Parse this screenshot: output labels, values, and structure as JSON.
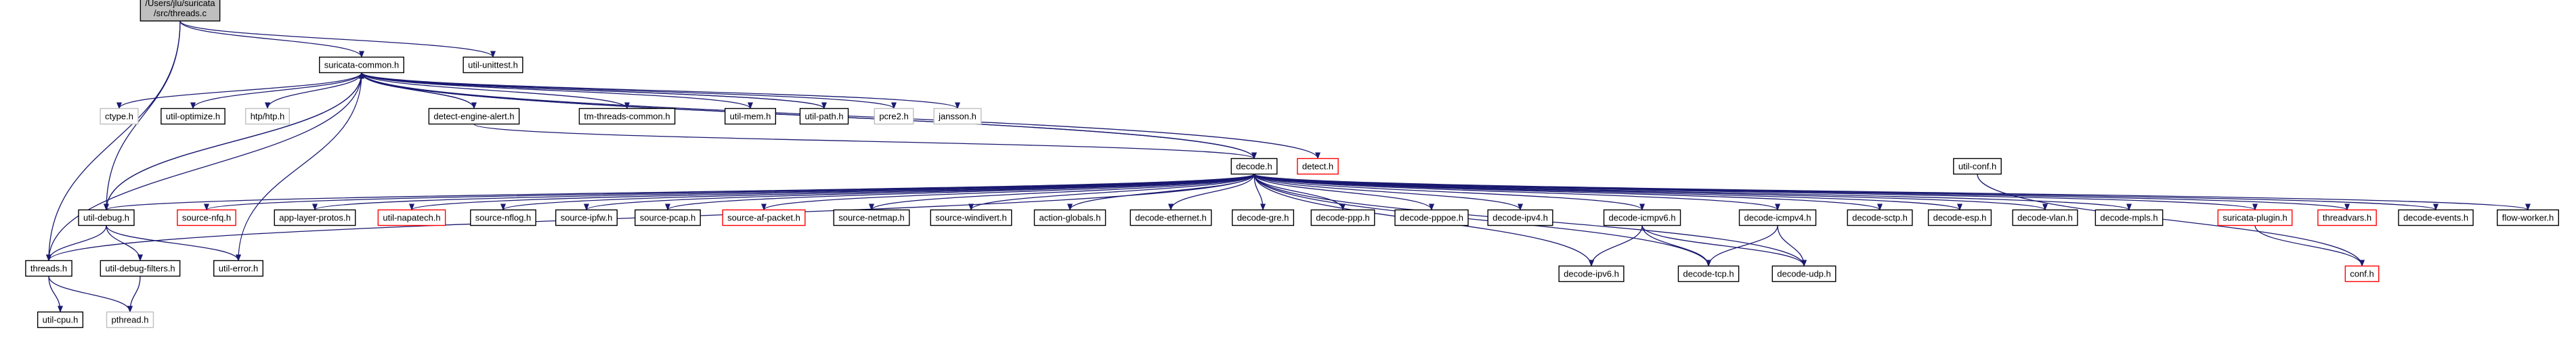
{
  "colors": {
    "edge": "#191970",
    "root_fill": "#bfbfbf",
    "root_border": "#000000",
    "node_border": "#000000",
    "node_fill": "#ffffff",
    "missing_border": "#bfbfbf",
    "incomplete_border": "#ff0000"
  },
  "nodes": [
    {
      "id": "root",
      "lines": [
        "/Users/jlu/suricata",
        "/src/threads.c"
      ],
      "style": "root"
    },
    {
      "id": "suricata_common",
      "lines": [
        "suricata-common.h"
      ],
      "style": "normal"
    },
    {
      "id": "util_unittest",
      "lines": [
        "util-unittest.h"
      ],
      "style": "normal"
    },
    {
      "id": "ctype",
      "lines": [
        "ctype.h"
      ],
      "style": "missing"
    },
    {
      "id": "util_optimize",
      "lines": [
        "util-optimize.h"
      ],
      "style": "normal"
    },
    {
      "id": "htp",
      "lines": [
        "htp/htp.h"
      ],
      "style": "missing"
    },
    {
      "id": "detect_engine_alert",
      "lines": [
        "detect-engine-alert.h"
      ],
      "style": "normal"
    },
    {
      "id": "tm_threads_common",
      "lines": [
        "tm-threads-common.h"
      ],
      "style": "normal"
    },
    {
      "id": "util_mem",
      "lines": [
        "util-mem.h"
      ],
      "style": "normal"
    },
    {
      "id": "util_path",
      "lines": [
        "util-path.h"
      ],
      "style": "normal"
    },
    {
      "id": "pcre2",
      "lines": [
        "pcre2.h"
      ],
      "style": "missing"
    },
    {
      "id": "jansson",
      "lines": [
        "jansson.h"
      ],
      "style": "missing"
    },
    {
      "id": "util_conf",
      "lines": [
        "util-conf.h"
      ],
      "style": "normal"
    },
    {
      "id": "decode",
      "lines": [
        "decode.h"
      ],
      "style": "normal"
    },
    {
      "id": "detect",
      "lines": [
        "detect.h"
      ],
      "style": "incomplete"
    },
    {
      "id": "util_debug",
      "lines": [
        "util-debug.h"
      ],
      "style": "normal"
    },
    {
      "id": "source_nfq",
      "lines": [
        "source-nfq.h"
      ],
      "style": "incomplete"
    },
    {
      "id": "app_layer_protos",
      "lines": [
        "app-layer-protos.h"
      ],
      "style": "normal"
    },
    {
      "id": "util_napatech",
      "lines": [
        "util-napatech.h"
      ],
      "style": "incomplete"
    },
    {
      "id": "source_nflog",
      "lines": [
        "source-nflog.h"
      ],
      "style": "normal"
    },
    {
      "id": "source_ipfw",
      "lines": [
        "source-ipfw.h"
      ],
      "style": "normal"
    },
    {
      "id": "source_pcap",
      "lines": [
        "source-pcap.h"
      ],
      "style": "normal"
    },
    {
      "id": "source_af_packet",
      "lines": [
        "source-af-packet.h"
      ],
      "style": "incomplete"
    },
    {
      "id": "source_netmap",
      "lines": [
        "source-netmap.h"
      ],
      "style": "normal"
    },
    {
      "id": "source_windivert",
      "lines": [
        "source-windivert.h"
      ],
      "style": "normal"
    },
    {
      "id": "action_globals",
      "lines": [
        "action-globals.h"
      ],
      "style": "normal"
    },
    {
      "id": "decode_ethernet",
      "lines": [
        "decode-ethernet.h"
      ],
      "style": "normal"
    },
    {
      "id": "decode_gre",
      "lines": [
        "decode-gre.h"
      ],
      "style": "normal"
    },
    {
      "id": "decode_ppp",
      "lines": [
        "decode-ppp.h"
      ],
      "style": "normal"
    },
    {
      "id": "decode_pppoe",
      "lines": [
        "decode-pppoe.h"
      ],
      "style": "normal"
    },
    {
      "id": "decode_ipv4",
      "lines": [
        "decode-ipv4.h"
      ],
      "style": "normal"
    },
    {
      "id": "decode_icmpv6",
      "lines": [
        "decode-icmpv6.h"
      ],
      "style": "normal"
    },
    {
      "id": "decode_icmpv4",
      "lines": [
        "decode-icmpv4.h"
      ],
      "style": "normal"
    },
    {
      "id": "decode_sctp",
      "lines": [
        "decode-sctp.h"
      ],
      "style": "normal"
    },
    {
      "id": "decode_esp",
      "lines": [
        "decode-esp.h"
      ],
      "style": "normal"
    },
    {
      "id": "decode_vlan",
      "lines": [
        "decode-vlan.h"
      ],
      "style": "normal"
    },
    {
      "id": "decode_mpls",
      "lines": [
        "decode-mpls.h"
      ],
      "style": "normal"
    },
    {
      "id": "suricata_plugin",
      "lines": [
        "suricata-plugin.h"
      ],
      "style": "incomplete"
    },
    {
      "id": "threadvars",
      "lines": [
        "threadvars.h"
      ],
      "style": "incomplete"
    },
    {
      "id": "decode_events",
      "lines": [
        "decode-events.h"
      ],
      "style": "normal"
    },
    {
      "id": "flow_worker",
      "lines": [
        "flow-worker.h"
      ],
      "style": "normal"
    },
    {
      "id": "threads",
      "lines": [
        "threads.h"
      ],
      "style": "normal"
    },
    {
      "id": "util_debug_filters",
      "lines": [
        "util-debug-filters.h"
      ],
      "style": "normal"
    },
    {
      "id": "util_error",
      "lines": [
        "util-error.h"
      ],
      "style": "normal"
    },
    {
      "id": "decode_ipv6",
      "lines": [
        "decode-ipv6.h"
      ],
      "style": "normal"
    },
    {
      "id": "decode_tcp",
      "lines": [
        "decode-tcp.h"
      ],
      "style": "normal"
    },
    {
      "id": "decode_udp",
      "lines": [
        "decode-udp.h"
      ],
      "style": "normal"
    },
    {
      "id": "conf",
      "lines": [
        "conf.h"
      ],
      "style": "incomplete"
    },
    {
      "id": "util_cpu",
      "lines": [
        "util-cpu.h"
      ],
      "style": "normal"
    },
    {
      "id": "pthread",
      "lines": [
        "pthread.h"
      ],
      "style": "missing"
    }
  ],
  "edges": [
    [
      "root",
      "suricata_common"
    ],
    [
      "root",
      "util_unittest"
    ],
    [
      "root",
      "util_debug"
    ],
    [
      "root",
      "threads"
    ],
    [
      "suricata_common",
      "ctype"
    ],
    [
      "suricata_common",
      "util_optimize"
    ],
    [
      "suricata_common",
      "htp"
    ],
    [
      "suricata_common",
      "detect_engine_alert"
    ],
    [
      "suricata_common",
      "tm_threads_common"
    ],
    [
      "suricata_common",
      "util_mem"
    ],
    [
      "suricata_common",
      "util_path"
    ],
    [
      "suricata_common",
      "pcre2"
    ],
    [
      "suricata_common",
      "jansson"
    ],
    [
      "suricata_common",
      "util_debug"
    ],
    [
      "suricata_common",
      "util_error"
    ],
    [
      "suricata_common",
      "threads"
    ],
    [
      "suricata_common",
      "decode"
    ],
    [
      "suricata_common",
      "detect"
    ],
    [
      "detect_engine_alert",
      "suricata_common"
    ],
    [
      "detect_engine_alert",
      "decode"
    ],
    [
      "util_debug",
      "suricata_common"
    ],
    [
      "util_debug",
      "threads"
    ],
    [
      "util_debug",
      "util_debug_filters"
    ],
    [
      "util_debug",
      "util_error"
    ],
    [
      "util_path",
      "suricata_common"
    ],
    [
      "util_conf",
      "conf"
    ],
    [
      "decode",
      "suricata_common"
    ],
    [
      "decode",
      "util_debug"
    ],
    [
      "decode",
      "threads"
    ],
    [
      "decode",
      "source_nfq"
    ],
    [
      "decode",
      "app_layer_protos"
    ],
    [
      "decode",
      "util_napatech"
    ],
    [
      "decode",
      "source_nflog"
    ],
    [
      "decode",
      "source_ipfw"
    ],
    [
      "decode",
      "source_pcap"
    ],
    [
      "decode",
      "source_af_packet"
    ],
    [
      "decode",
      "source_netmap"
    ],
    [
      "decode",
      "source_windivert"
    ],
    [
      "decode",
      "action_globals"
    ],
    [
      "decode",
      "decode_ethernet"
    ],
    [
      "decode",
      "decode_gre"
    ],
    [
      "decode",
      "decode_ppp"
    ],
    [
      "decode",
      "decode_pppoe"
    ],
    [
      "decode",
      "decode_ipv4"
    ],
    [
      "decode",
      "decode_icmpv6"
    ],
    [
      "decode",
      "decode_icmpv4"
    ],
    [
      "decode",
      "decode_sctp"
    ],
    [
      "decode",
      "decode_esp"
    ],
    [
      "decode",
      "decode_vlan"
    ],
    [
      "decode",
      "decode_mpls"
    ],
    [
      "decode",
      "suricata_plugin"
    ],
    [
      "decode",
      "threadvars"
    ],
    [
      "decode",
      "decode_events"
    ],
    [
      "decode",
      "flow_worker"
    ],
    [
      "decode",
      "decode_ipv6"
    ],
    [
      "decode",
      "decode_tcp"
    ],
    [
      "decode",
      "decode_udp"
    ],
    [
      "decode_icmpv6",
      "decode_ipv6"
    ],
    [
      "decode_icmpv6",
      "decode_tcp"
    ],
    [
      "decode_icmpv6",
      "decode_udp"
    ],
    [
      "decode_icmpv4",
      "decode_tcp"
    ],
    [
      "decode_icmpv4",
      "decode_udp"
    ],
    [
      "suricata_plugin",
      "conf"
    ],
    [
      "threads",
      "util_cpu"
    ],
    [
      "threads",
      "pthread"
    ],
    [
      "util_debug_filters",
      "pthread"
    ]
  ]
}
